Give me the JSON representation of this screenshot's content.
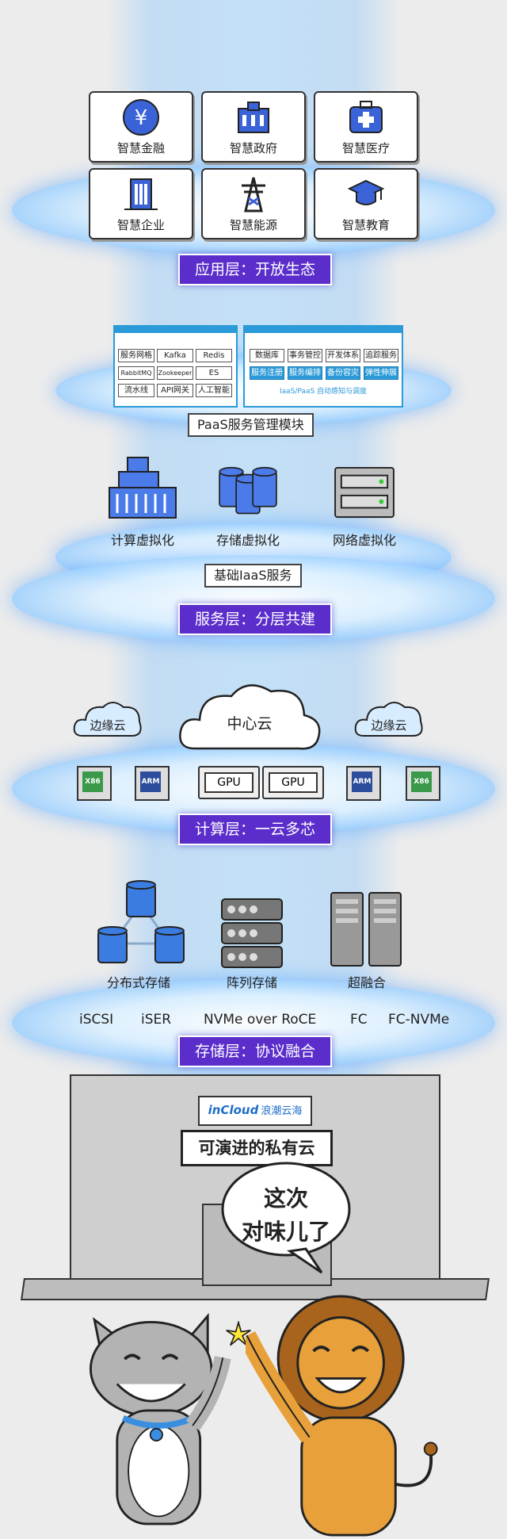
{
  "application_layer": {
    "label": "应用层：开放生态",
    "apps": [
      {
        "name": "智慧金融",
        "icon": "yen-icon"
      },
      {
        "name": "智慧政府",
        "icon": "government-building-icon"
      },
      {
        "name": "智慧医疗",
        "icon": "medical-kit-icon"
      },
      {
        "name": "智慧企业",
        "icon": "office-building-icon"
      },
      {
        "name": "智慧能源",
        "icon": "power-tower-icon"
      },
      {
        "name": "智慧教育",
        "icon": "graduation-cap-icon"
      }
    ]
  },
  "paas": {
    "label": "PaaS服务管理模块",
    "left_tags": [
      "服务网格",
      "Kafka",
      "Redis",
      "RabbitMQ",
      "Zookeeper",
      "ES",
      "流水线",
      "API网关",
      "人工智能"
    ],
    "right_tags": [
      "数据库",
      "事务管控",
      "开发体系",
      "追踪服务"
    ],
    "right_blue_tags": [
      "服务注册",
      "服务编排",
      "备份容灾",
      "弹性伸展"
    ],
    "right_caption": "IaaS/PaaS 自动感知与调度"
  },
  "iaas": {
    "label": "基础IaaS服务",
    "items": [
      "计算虚拟化",
      "存储虚拟化",
      "网络虚拟化"
    ]
  },
  "service_layer": {
    "label": "服务层：分层共建"
  },
  "compute_layer": {
    "label": "计算层：一云多芯",
    "clouds": {
      "left": "边缘云",
      "center": "中心云",
      "right": "边缘云"
    },
    "chips": [
      "X86",
      "ARM",
      "GPU",
      "GPU",
      "ARM",
      "X86"
    ]
  },
  "storage_layer": {
    "label": "存储层：协议融合",
    "items": [
      "分布式存储",
      "阵列存储",
      "超融合"
    ],
    "protocols": [
      "iSCSI",
      "iSER",
      "NVMe over RoCE",
      "FC",
      "FC-NVMe"
    ]
  },
  "building": {
    "logo": "inCloud",
    "logo_cn": "浪潮云海",
    "sign": "可演进的私有云",
    "speech": [
      "这次",
      "对味儿了"
    ]
  },
  "colors": {
    "accent": "#5b2ecb",
    "blue": "#2a9ad8"
  }
}
